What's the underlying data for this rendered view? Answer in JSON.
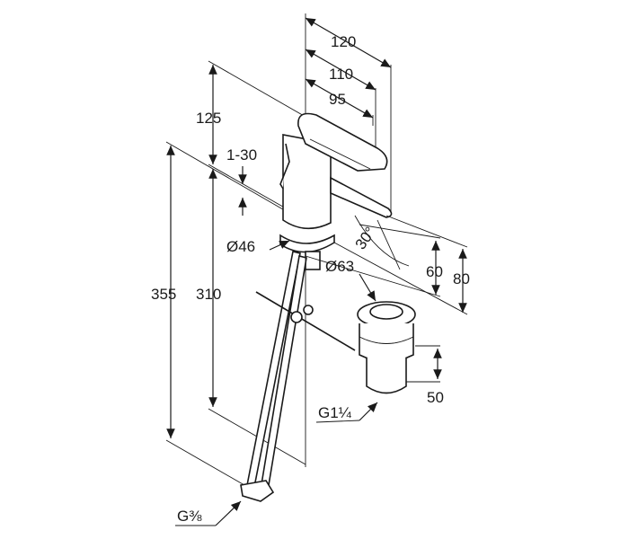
{
  "title": "Basin mixer dimension drawing",
  "dimensions": {
    "d120": "120",
    "d110": "110",
    "d95": "95",
    "d125": "125",
    "d1_30": "1-30",
    "dia46": "Ø46",
    "angle30": "30°",
    "d60": "60",
    "d80": "80",
    "dia63": "Ø63",
    "d355": "355",
    "d310": "310",
    "d50": "50",
    "thread_waste": "G1¼",
    "thread_supply": "G⅜"
  },
  "colors": {
    "line": "#1a1a1a",
    "background": "#ffffff"
  }
}
